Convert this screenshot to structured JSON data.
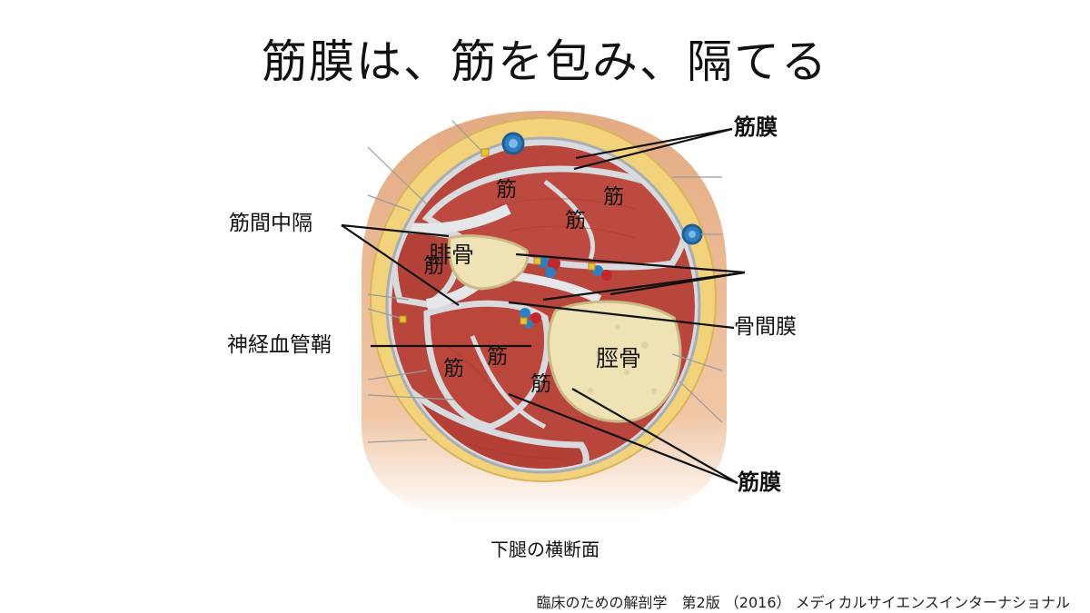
{
  "slide": {
    "title": "筋膜は、筋を包み、隔てる",
    "caption": "下腿の横断面",
    "citation": "臨床のための解剖学　第2版 （2016） メディカルサイエンスインターナショナル"
  },
  "labels": {
    "fascia_top": "筋膜",
    "septum": "筋間中隔",
    "neurovascular_sheath": "神経血管鞘",
    "interosseous_membrane": "骨間膜",
    "fascia_bottom": "筋膜"
  },
  "in_image": {
    "fibula": "腓骨",
    "tibia": "脛骨",
    "muscle": "筋"
  },
  "colors": {
    "skin": "#e8b28a",
    "fat": "#f2d27a",
    "muscle": "#b8463d",
    "fascia": "#d8dade",
    "bone": "#efe2b4",
    "vein": "#2f7fc0",
    "artery": "#c0282c",
    "nerve": "#e8c23a"
  }
}
